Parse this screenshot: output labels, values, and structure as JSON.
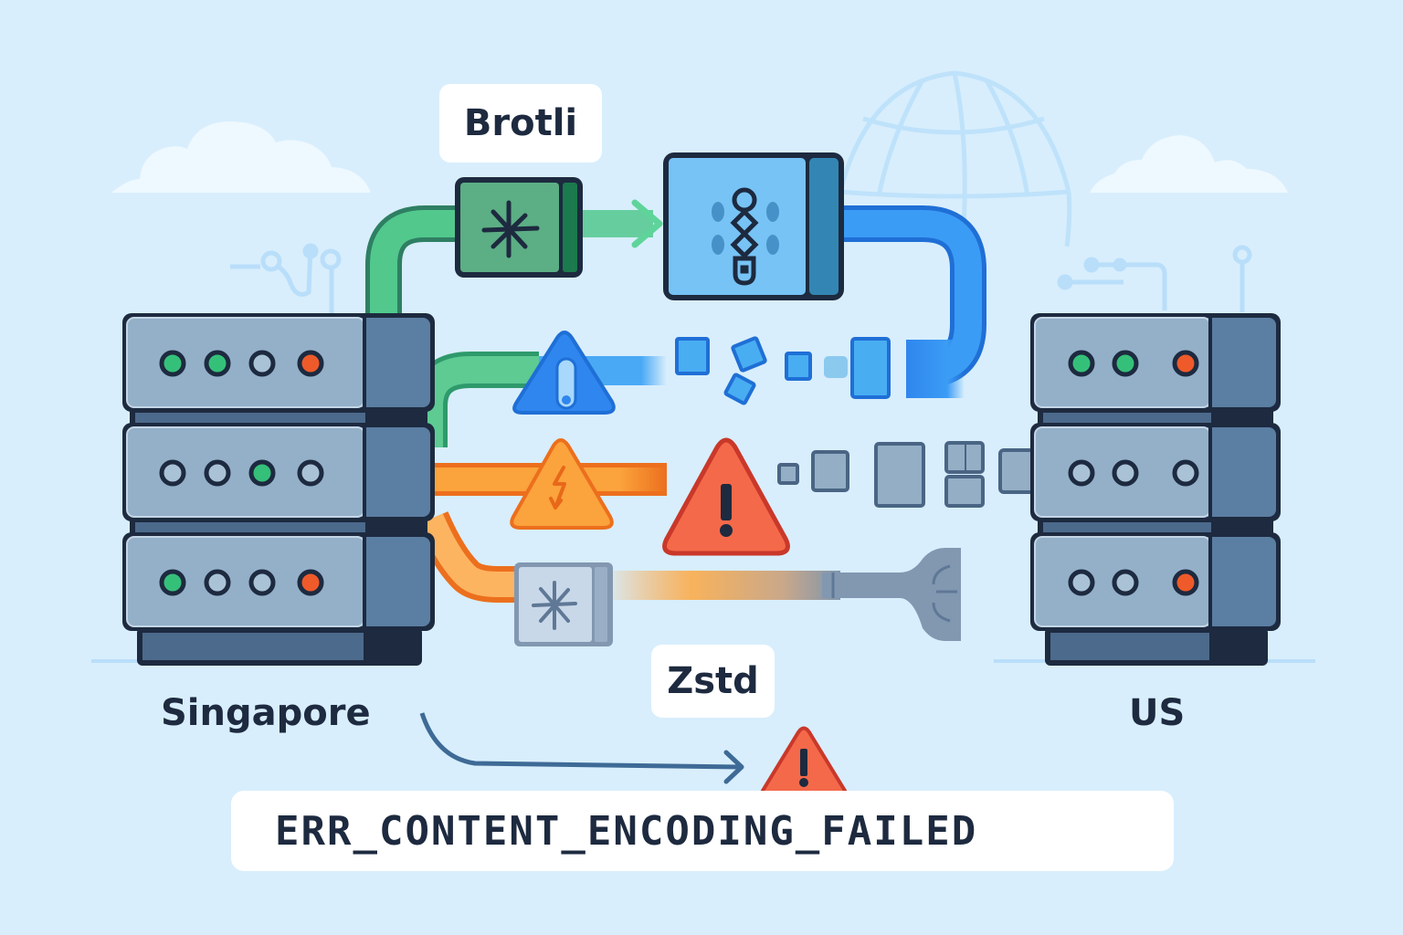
{
  "diagram": {
    "title_error": "ERR_CONTENT_ENCODING_FAILED",
    "compression_labels": {
      "brotli": "Brotli",
      "zstd": "Zstd"
    },
    "servers": {
      "origin": {
        "label": "Singapore",
        "units": [
          {
            "leds": [
              "green",
              "green",
              "off",
              "red"
            ]
          },
          {
            "leds": [
              "off",
              "off",
              "green",
              "off"
            ]
          },
          {
            "leds": [
              "green",
              "off",
              "off",
              "red"
            ]
          }
        ]
      },
      "destination": {
        "label": "US",
        "units": [
          {
            "leds": [
              "green",
              "green",
              "red"
            ]
          },
          {
            "leds": [
              "off",
              "off",
              "off"
            ]
          },
          {
            "leds": [
              "off",
              "off",
              "red"
            ]
          }
        ]
      }
    },
    "paths": [
      {
        "name": "brotli-path",
        "color": "green",
        "status": "compressed via Brotli, decompressed by zipper box, delivered"
      },
      {
        "name": "blue-path",
        "color": "blue",
        "status": "warning, data fragmented"
      },
      {
        "name": "orange-path",
        "color": "orange",
        "status": "error, data corrupted"
      },
      {
        "name": "zstd-path",
        "color": "orange",
        "status": "compressed via Zstd, unsupported connector"
      }
    ],
    "icons": {
      "brotli_box": "asterisk-icon",
      "decompress_box": "zipper-icon",
      "blue_warning": "warning-zipper-icon",
      "orange_warning": "lightning-warning-icon",
      "red_error": "exclamation-warning-icon",
      "zstd_box": "asterisk-icon",
      "connector": "plug-connector-icon",
      "bottom_error": "exclamation-warning-icon"
    },
    "colors": {
      "background": "#d8eefc",
      "green": "#4cc38a",
      "green_dark": "#2e7f63",
      "blue": "#3b9cf5",
      "blue_dark": "#1f6fd6",
      "orange": "#fba33c",
      "orange_dark": "#ec6f1d",
      "red": "#f4694a",
      "red_dark": "#c9382a",
      "server_face": "#94b0c9",
      "server_side": "#5b7ea3",
      "outline": "#1d2a3f",
      "led_green": "#35c07a",
      "led_red": "#ee5a2a",
      "led_off": "#a9c2d6"
    }
  }
}
